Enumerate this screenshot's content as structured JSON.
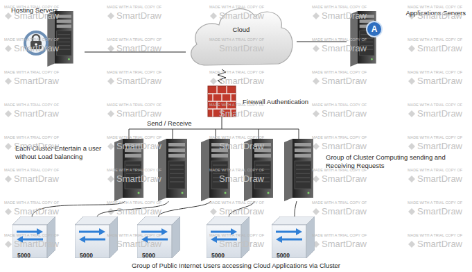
{
  "diagram": {
    "caption": "Group of Public Internet Users accessing Cloud Applications via Cluster",
    "nodes": [
      {
        "text": [
          "Hosting Servers"
        ]
      },
      {
        "text": [
          "Cloud"
        ]
      },
      {
        "text": [
          "Applications Servers"
        ]
      },
      {
        "text": [
          "Firewall Authentication"
        ]
      },
      {
        "text": [
          "5000"
        ]
      },
      {
        "text": [
          "5000"
        ]
      },
      {
        "text": [
          "5000"
        ]
      },
      {
        "text": [
          "5000"
        ]
      },
      {
        "text": [
          "5000"
        ]
      }
    ],
    "edges": [
      {
        "from": 0,
        "to": 1,
        "arrow": "none"
      },
      {
        "from": 2,
        "to": 1,
        "arrow": "none"
      },
      {
        "from": 1,
        "to": 3,
        "arrow": "none"
      }
    ],
    "labels": [
      "Send / Receive",
      "Each Cluster Entertain a user without Load balancing",
      "Group of Cluster Computing sending and Receiving Requests",
      "A",
      "MADE WITH A TRIAL COPY OF",
      "SmartDraw",
      "MADE WITH A TRIAL COPY OF",
      "SmartDraw",
      "MADE WITH A TRIAL COPY OF",
      "SmartDraw",
      "MADE WITH A TRIAL COPY OF",
      "SmartDraw",
      "MADE WITH A TRIAL COPY OF",
      "SmartDraw",
      "MADE WITH A TRIAL COPY OF",
      "SmartDraw",
      "MADE WITH A TRIAL COPY OF",
      "SmartDraw",
      "MADE WITH A TRIAL COPY OF",
      "SmartDraw",
      "MADE WITH A TRIAL COPY OF",
      "SmartDraw",
      "MADE WITH A TRIAL COPY OF",
      "SmartDraw",
      "MADE WITH A TRIAL COPY OF",
      "SmartDraw",
      "MADE WITH A TRIAL COPY OF",
      "SmartDraw",
      "MADE WITH A TRIAL COPY OF",
      "SmartDraw",
      "MADE WITH A TRIAL COPY OF",
      "SmartDraw",
      "MADE WITH A TRIAL COPY OF",
      "SmartDraw",
      "MADE WITH A TRIAL COPY OF",
      "SmartDraw",
      "MADE WITH A TRIAL COPY OF",
      "SmartDraw",
      "MADE WITH A TRIAL COPY OF",
      "SmartDraw",
      "MADE WITH A TRIAL COPY OF",
      "SmartDraw",
      "MADE WITH A TRIAL COPY OF",
      "SmartDraw",
      "MADE WITH A TRIAL COPY OF",
      "SmartDraw",
      "MADE WITH A TRIAL COPY OF",
      "SmartDraw",
      "MADE WITH A TRIAL COPY OF",
      "SmartDraw",
      "MADE WITH A TRIAL COPY OF",
      "SmartDraw",
      "MADE WITH A TRIAL COPY OF",
      "SmartDraw",
      "MADE WITH A TRIAL COPY OF",
      "SmartDraw",
      "MADE WITH A TRIAL COPY OF",
      "SmartDraw",
      "MADE WITH A TRIAL COPY OF",
      "SmartDraw",
      "MADE WITH A TRIAL COPY OF",
      "SmartDraw",
      "MADE WITH A TRIAL COPY OF",
      "SmartDraw",
      "MADE WITH A TRIAL COPY OF",
      "SmartDraw",
      "MADE WITH A TRIAL COPY OF",
      "SmartDraw",
      "MADE WITH A TRIAL COPY OF",
      "SmartDraw",
      "MADE WITH A TRIAL COPY OF",
      "SmartDraw",
      "MADE WITH A TRIAL COPY OF",
      "SmartDraw",
      "MADE WITH A TRIAL COPY OF",
      "SmartDraw",
      "MADE WITH A TRIAL COPY OF",
      "SmartDraw",
      "MADE WITH A TRIAL COPY OF",
      "SmartDraw",
      "MADE WITH A TRIAL COPY OF",
      "SmartDraw",
      "MADE WITH A TRIAL COPY OF",
      "SmartDraw"
    ]
  }
}
